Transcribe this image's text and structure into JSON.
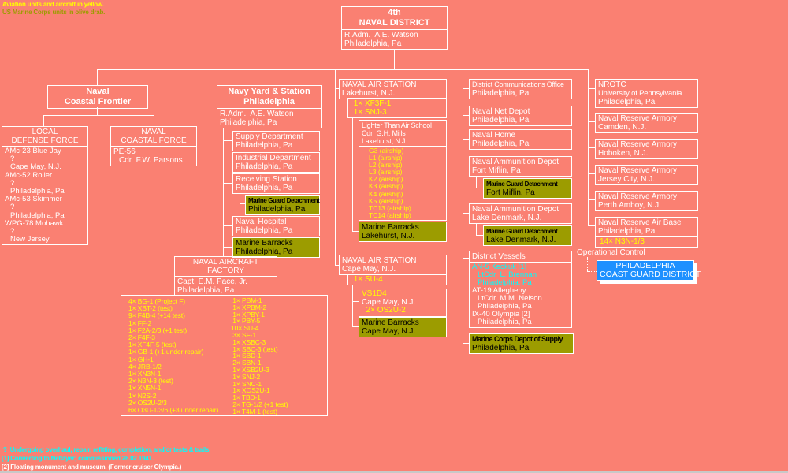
{
  "colors": {
    "background": "#FA8072",
    "olive": "#9C9C00",
    "yellow": "#FFFF00",
    "cyan": "#00FFFF",
    "white": "#FFFFFF",
    "blue": "#1E90FF",
    "gray_strip": "#C8C8C8"
  },
  "legend": {
    "aviation": "Aviation units and aircraft in yellow.",
    "marines": "US Marine Corps units in olive drab."
  },
  "district": {
    "title_line1": "4th",
    "title_line2": "NAVAL DISTRICT",
    "officer": "R.Adm.  A.E. Watson",
    "location": "Philadelphia, Pa"
  },
  "coastal_frontier": {
    "title_line1": "Naval",
    "title_line2": "Coastal Frontier",
    "local_defense": {
      "title_line1": "LOCAL",
      "title_line2": "DEFENSE FORCE",
      "units": [
        {
          "text": "AMc-23 Blue Jay"
        },
        {
          "text": "?",
          "cls": "indent"
        },
        {
          "text": "Cape May, N.J.",
          "cls": "indent"
        },
        {
          "text": "AMc-52 Roller"
        },
        {
          "text": "?",
          "cls": "indent"
        },
        {
          "text": "Philadelphia, Pa",
          "cls": "indent"
        },
        {
          "text": "AMc-53 Skimmer"
        },
        {
          "text": "?",
          "cls": "indent"
        },
        {
          "text": "Philadelphia, Pa",
          "cls": "indent"
        },
        {
          "text": "WPG-78 Mohawk"
        },
        {
          "text": "?",
          "cls": "indent"
        },
        {
          "text": "New Jersey",
          "cls": "indent"
        }
      ]
    },
    "coastal_force": {
      "title_line1": "NAVAL",
      "title_line2": "COASTAL FORCE",
      "ship": "PE-56",
      "officer": "Cdr  F.W. Parsons"
    }
  },
  "navy_yard": {
    "title_line1": "Navy Yard & Station",
    "title_line2": "Philadelphia",
    "officer": "R.Adm.  A.E. Watson",
    "location": "Philadelphia, Pa",
    "supply": {
      "line1": "Supply Department",
      "line2": "Philadelphia, Pa"
    },
    "industrial": {
      "line1": "Industrial Department",
      "line2": "Philadelphia, Pa"
    },
    "receiving": {
      "line1": "Receiving Station",
      "line2": "Philadelphia, Pa"
    },
    "guard_detachment": {
      "line1": "Marine Guard Detachment",
      "line2": "Philadelphia, Pa"
    },
    "hospital": {
      "line1": "Naval Hospital",
      "line2": "Philadelphia, Pa"
    },
    "barracks": {
      "line1": "Marine Barracks",
      "line2": "Philadelphia, Pa"
    }
  },
  "aircraft_factory": {
    "title_line1": "NAVAL AIRCRAFT",
    "title_line2": "FACTORY",
    "officer": "Capt  E.M. Pace, Jr.",
    "location": "Philadelphia, Pa",
    "aircraft_col1": [
      "4× BG-1 (Project F)",
      "1× XBT-2 (test)",
      "9× F4B-4 (+14 test)",
      "1× FF-2",
      "1× F2A-2/3 (+1 test)",
      "2× F4F-3",
      "1× XF4F-5 (test)",
      "1× GB-1 (+1 under repair)",
      "1× GH-1",
      "4× JRB-1/2",
      "1× XN3N-1",
      "2× N3N-3 (test)",
      "1× XN5N-1",
      "1× N2S-2",
      "2× OS2U-2/3",
      "6× O3U-1/3/6 (+3 under repair)"
    ],
    "aircraft_col2": [
      " 1× PBM-1",
      " 1× XPBM-2",
      " 1× XPBY-1",
      " 1× PBY-5",
      "10× SU-4",
      " 3× SF-1",
      " 1× XSBC-3",
      " 1× SBC-3 (test)",
      " 1× SBD-1",
      " 2× SBN-1",
      " 1× XSB2U-3",
      " 1× SNJ-2",
      " 1× SNC-1",
      " 1× XOS2U-1",
      " 1× TBD-1",
      " 2× TG-1/2 (+1 test)",
      " 1× T4M-1 (test)"
    ]
  },
  "nas_lakehurst": {
    "title_line1": "NAVAL AIR STATION",
    "title_line2": "Lakehurst, N.J.",
    "aircraft": [
      " 1× XF3F-1",
      " 1× SNJ-3"
    ],
    "lta_school": {
      "line1": "Lighter Than Air School",
      "line2": "Cdr  G.H. Mills",
      "line3": "Lakehurst, N.J.",
      "airships": [
        "G3 (airship)",
        "L1 (airship)",
        "L2 (airship)",
        "L3 (airship)",
        "K2 (airship)",
        "K3 (airship)",
        "K4 (airship)",
        "K5 (airship)",
        "TC13 (airship)",
        "TC14 (airship)"
      ]
    },
    "barracks": {
      "line1": "Marine Barracks",
      "line2": "Lakehurst, N.J."
    }
  },
  "nas_cape_may": {
    "title_line1": "NAVAL AIR STATION",
    "title_line2": "Cape May, N.J.",
    "aircraft": [
      " 1× SU-4"
    ],
    "squadron": {
      "line1": "VS1D4",
      "line2": "Cape May, N.J.",
      "line3": "  2× OS2U-2"
    },
    "barracks": {
      "line1": "Marine Barracks",
      "line2": "Cape May, N.J."
    }
  },
  "district_units": {
    "comms_office": {
      "line1": "District Communications Office",
      "line2": "Philadelphia, Pa"
    },
    "net_depot": {
      "line1": "Naval Net Depot",
      "line2": "Philadelphia, Pa"
    },
    "naval_home": {
      "line1": "Naval Home",
      "line2": "Philadelphia, Pa"
    },
    "ammo_fort_miflin": {
      "line1": "Naval Ammunition Depot",
      "line2": "Fort Miflin, Pa"
    },
    "guard_fort_miflin": {
      "line1": "Marine Guard Detachment",
      "line2": "Fort Miflin, Pa"
    },
    "ammo_lake_denmark": {
      "line1": "Naval Ammunition Depot",
      "line2": "Lake Denmark, N.J."
    },
    "guard_lake_denmark": {
      "line1": "Marine Guard Detachment",
      "line2": "Lake Denmark, N.J."
    },
    "district_vessels": {
      "title": "District Vessels",
      "vessels": [
        {
          "text": "AN-5 Keokuk [1]",
          "cls": "cyan"
        },
        {
          "text": "LtCdr  L. Brennan",
          "cls": "cyan indent"
        },
        {
          "text": "Philadelphia, Pa",
          "cls": "cyan indent"
        },
        {
          "text": "AT-19 Allegheny"
        },
        {
          "text": "LtCdr  M.M. Nelson",
          "cls": "indent"
        },
        {
          "text": "Philadelphia, Pa",
          "cls": "indent"
        },
        {
          "text": "IX-40 Olympia [2]"
        },
        {
          "text": "Philadelphia, Pa",
          "cls": "indent"
        }
      ]
    },
    "supply_depot": {
      "line1": "Marine Corps Depot of Supply",
      "line2": "Philadelphia, Pa"
    }
  },
  "reserve": {
    "nrotc": {
      "line1": "NROTC",
      "line2": "University of Pennsylvania",
      "line3": "Philadelphia, Pa"
    },
    "armory_camden": {
      "line1": "Naval Reserve Armory",
      "line2": "Camden, N.J."
    },
    "armory_hoboken": {
      "line1": "Naval Reserve Armory",
      "line2": "Hoboken, N.J."
    },
    "armory_jersey_city": {
      "line1": "Naval Reserve Armory",
      "line2": "Jersey City, N.J."
    },
    "armory_perth_amboy": {
      "line1": "Naval Reserve Armory",
      "line2": "Perth Amboy, N.J."
    },
    "air_base": {
      "line1": "Naval Reserve Air Base",
      "line2": "Philadelphia, Pa",
      "aircraft": [
        "14× N3N-1/3"
      ]
    }
  },
  "operational_control": {
    "label": "Operational Control",
    "coast_guard": {
      "line1": "PHILADELPHIA",
      "line2": "COAST GUARD DISTRICT"
    }
  },
  "footnotes": {
    "q": "?  Undergoing overhaul, repair, refitting, completion, and/or tests & trails.",
    "n1": "[1] Converting to Netlayer; commissioned 28.02.1941.",
    "n2": "[2] Floating monument and museum. (Former cruiser Olympia.)"
  }
}
